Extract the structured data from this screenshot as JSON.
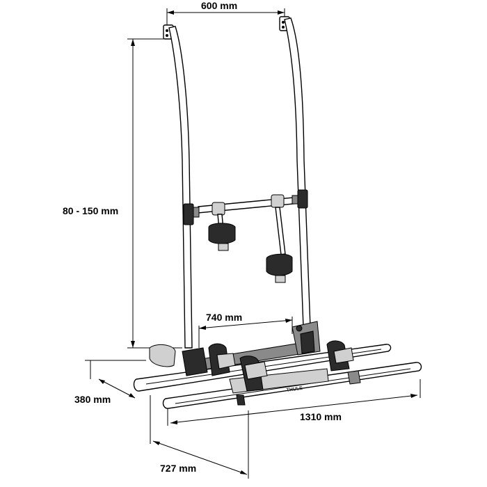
{
  "dimensions": {
    "top_width": "600 mm",
    "height": "80 - 150 mm",
    "inner_width": "740 mm",
    "depth": "380 mm",
    "rail_length": "1310 mm",
    "frame_depth": "727 mm"
  },
  "branding": {
    "rail_label": "THULE"
  }
}
